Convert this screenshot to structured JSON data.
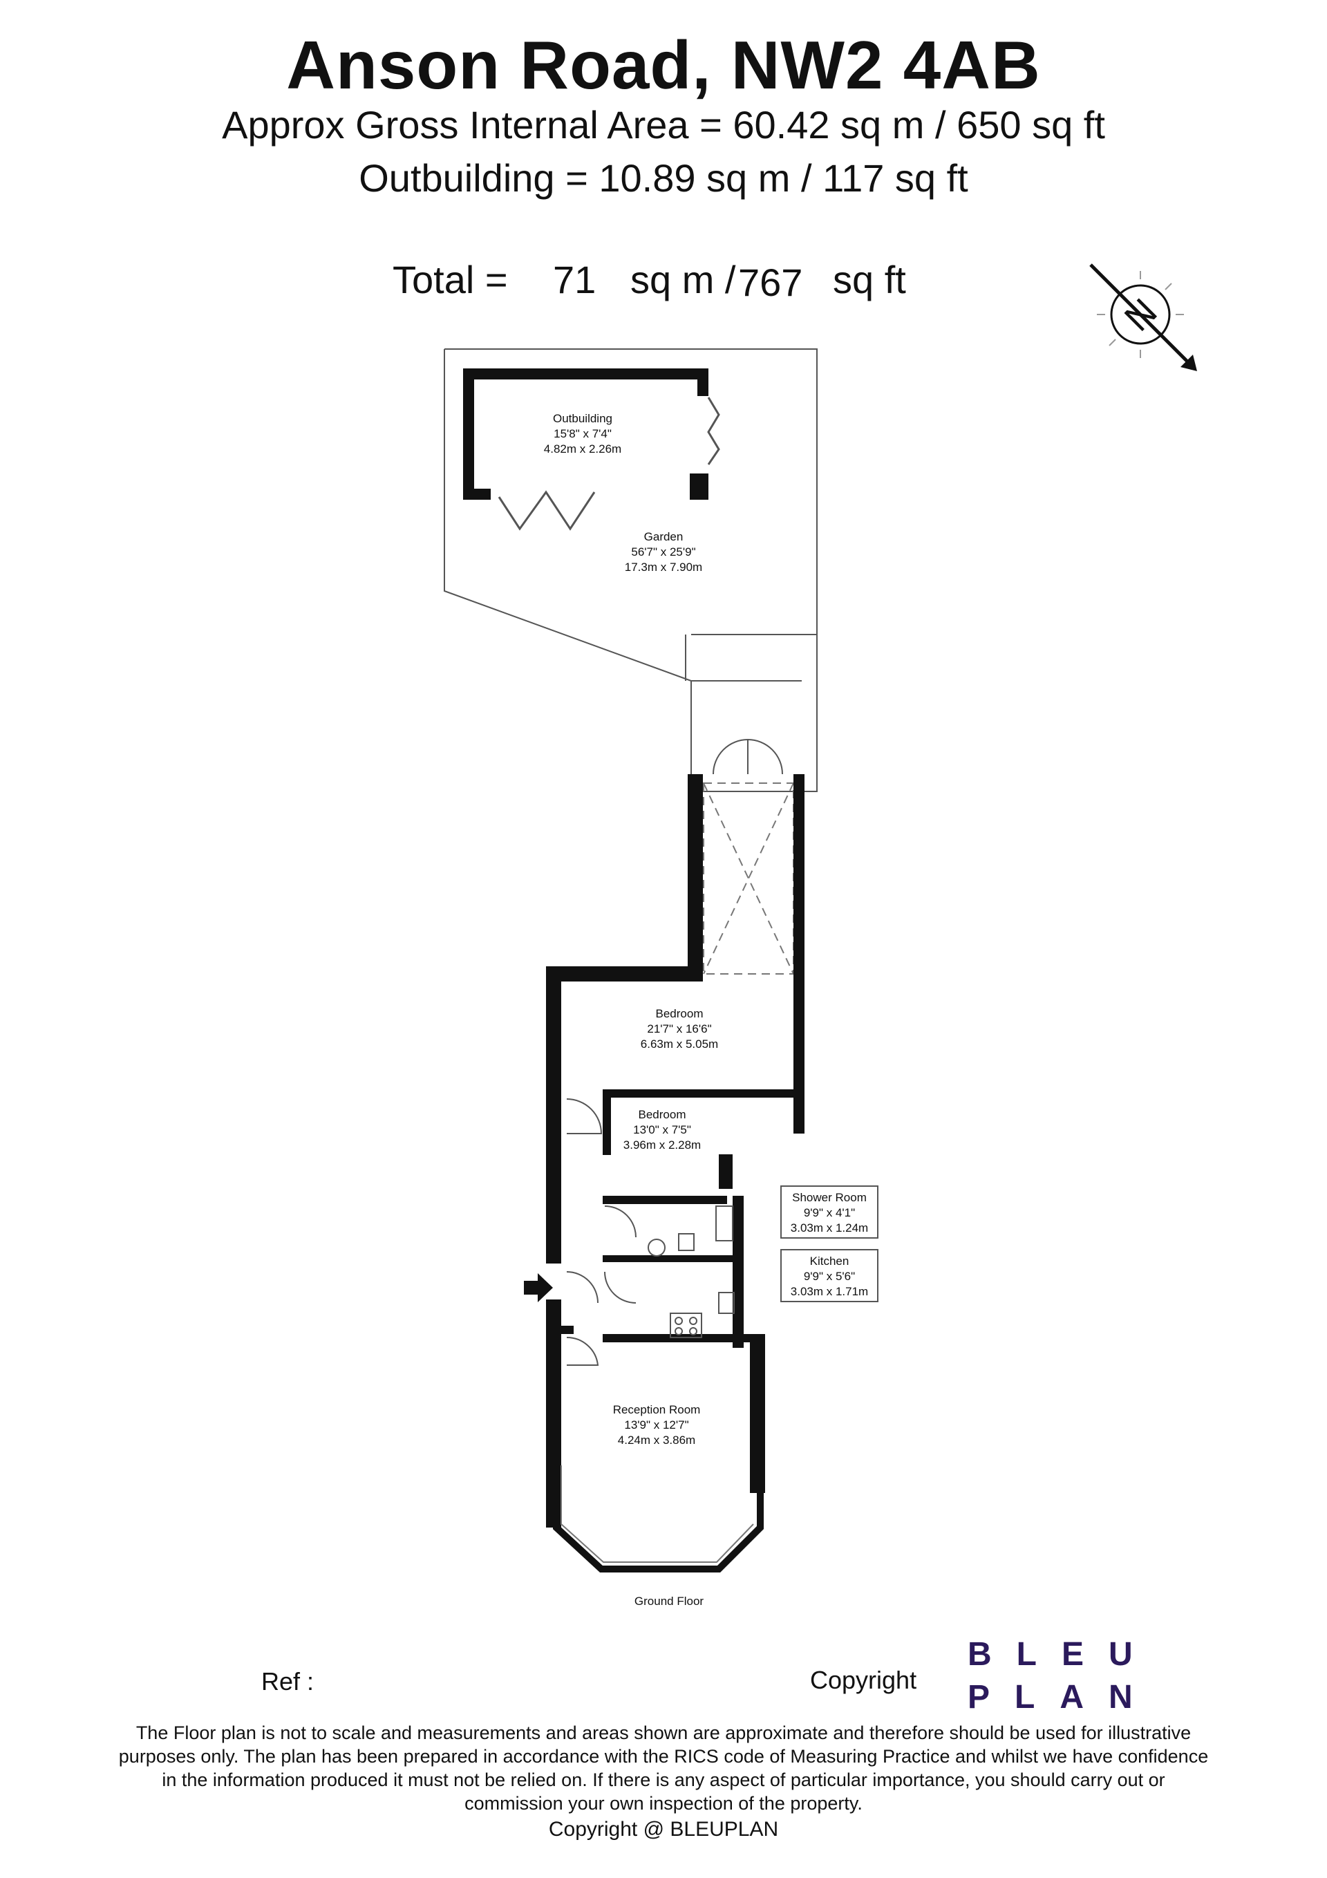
{
  "header": {
    "title": "Anson Road, NW2 4AB",
    "area_line": "Approx Gross Internal Area = 60.42 sq m / 650 sq ft",
    "outbuilding_line": "Outbuilding = 10.89 sq m / 117 sq ft",
    "total_label": "Total =",
    "total_sqm": "71",
    "total_sqm_unit": "sq m /",
    "total_sqft": "767",
    "total_sqft_unit": "sq ft"
  },
  "compass": {
    "letter": "N"
  },
  "rooms": {
    "outbuilding": {
      "name": "Outbuilding",
      "imperial": "15'8\" x 7'4\"",
      "metric": "4.82m x 2.26m"
    },
    "garden": {
      "name": "Garden",
      "imperial": "56'7\" x 25'9\"",
      "metric": "17.3m x 7.90m"
    },
    "bedroom1": {
      "name": "Bedroom",
      "imperial": "21'7\" x 16'6\"",
      "metric": "6.63m x 5.05m"
    },
    "bedroom2": {
      "name": "Bedroom",
      "imperial": "13'0\" x 7'5\"",
      "metric": "3.96m x 2.28m"
    },
    "shower": {
      "name": "Shower Room",
      "imperial": "9'9\" x 4'1\"",
      "metric": "3.03m x 1.24m"
    },
    "kitchen": {
      "name": "Kitchen",
      "imperial": "9'9\" x 5'6\"",
      "metric": "3.03m x 1.71m"
    },
    "reception": {
      "name": "Reception Room",
      "imperial": "13'9\" x 12'7\"",
      "metric": "4.24m x 3.86m"
    }
  },
  "floor_label": "Ground Floor",
  "footer": {
    "ref_label": "Ref  :",
    "copyright_label": "Copyright",
    "brand_line1": "BLEU",
    "brand_line2": "PLAN",
    "disclaimer": "The Floor plan is not to scale and measurements and areas shown are approximate and therefore should be used for illustrative purposes only. The plan has been prepared in accordance with the RICS code of Measuring Practice and whilst we have confidence in the information produced it must not be relied on. If there is any aspect of particular importance, you should carry out or commission your own inspection of the property.",
    "copyright_line": "Copyright @ BLEUPLAN"
  },
  "colors": {
    "wall": "#111111",
    "brand": "#2b1a5c"
  }
}
